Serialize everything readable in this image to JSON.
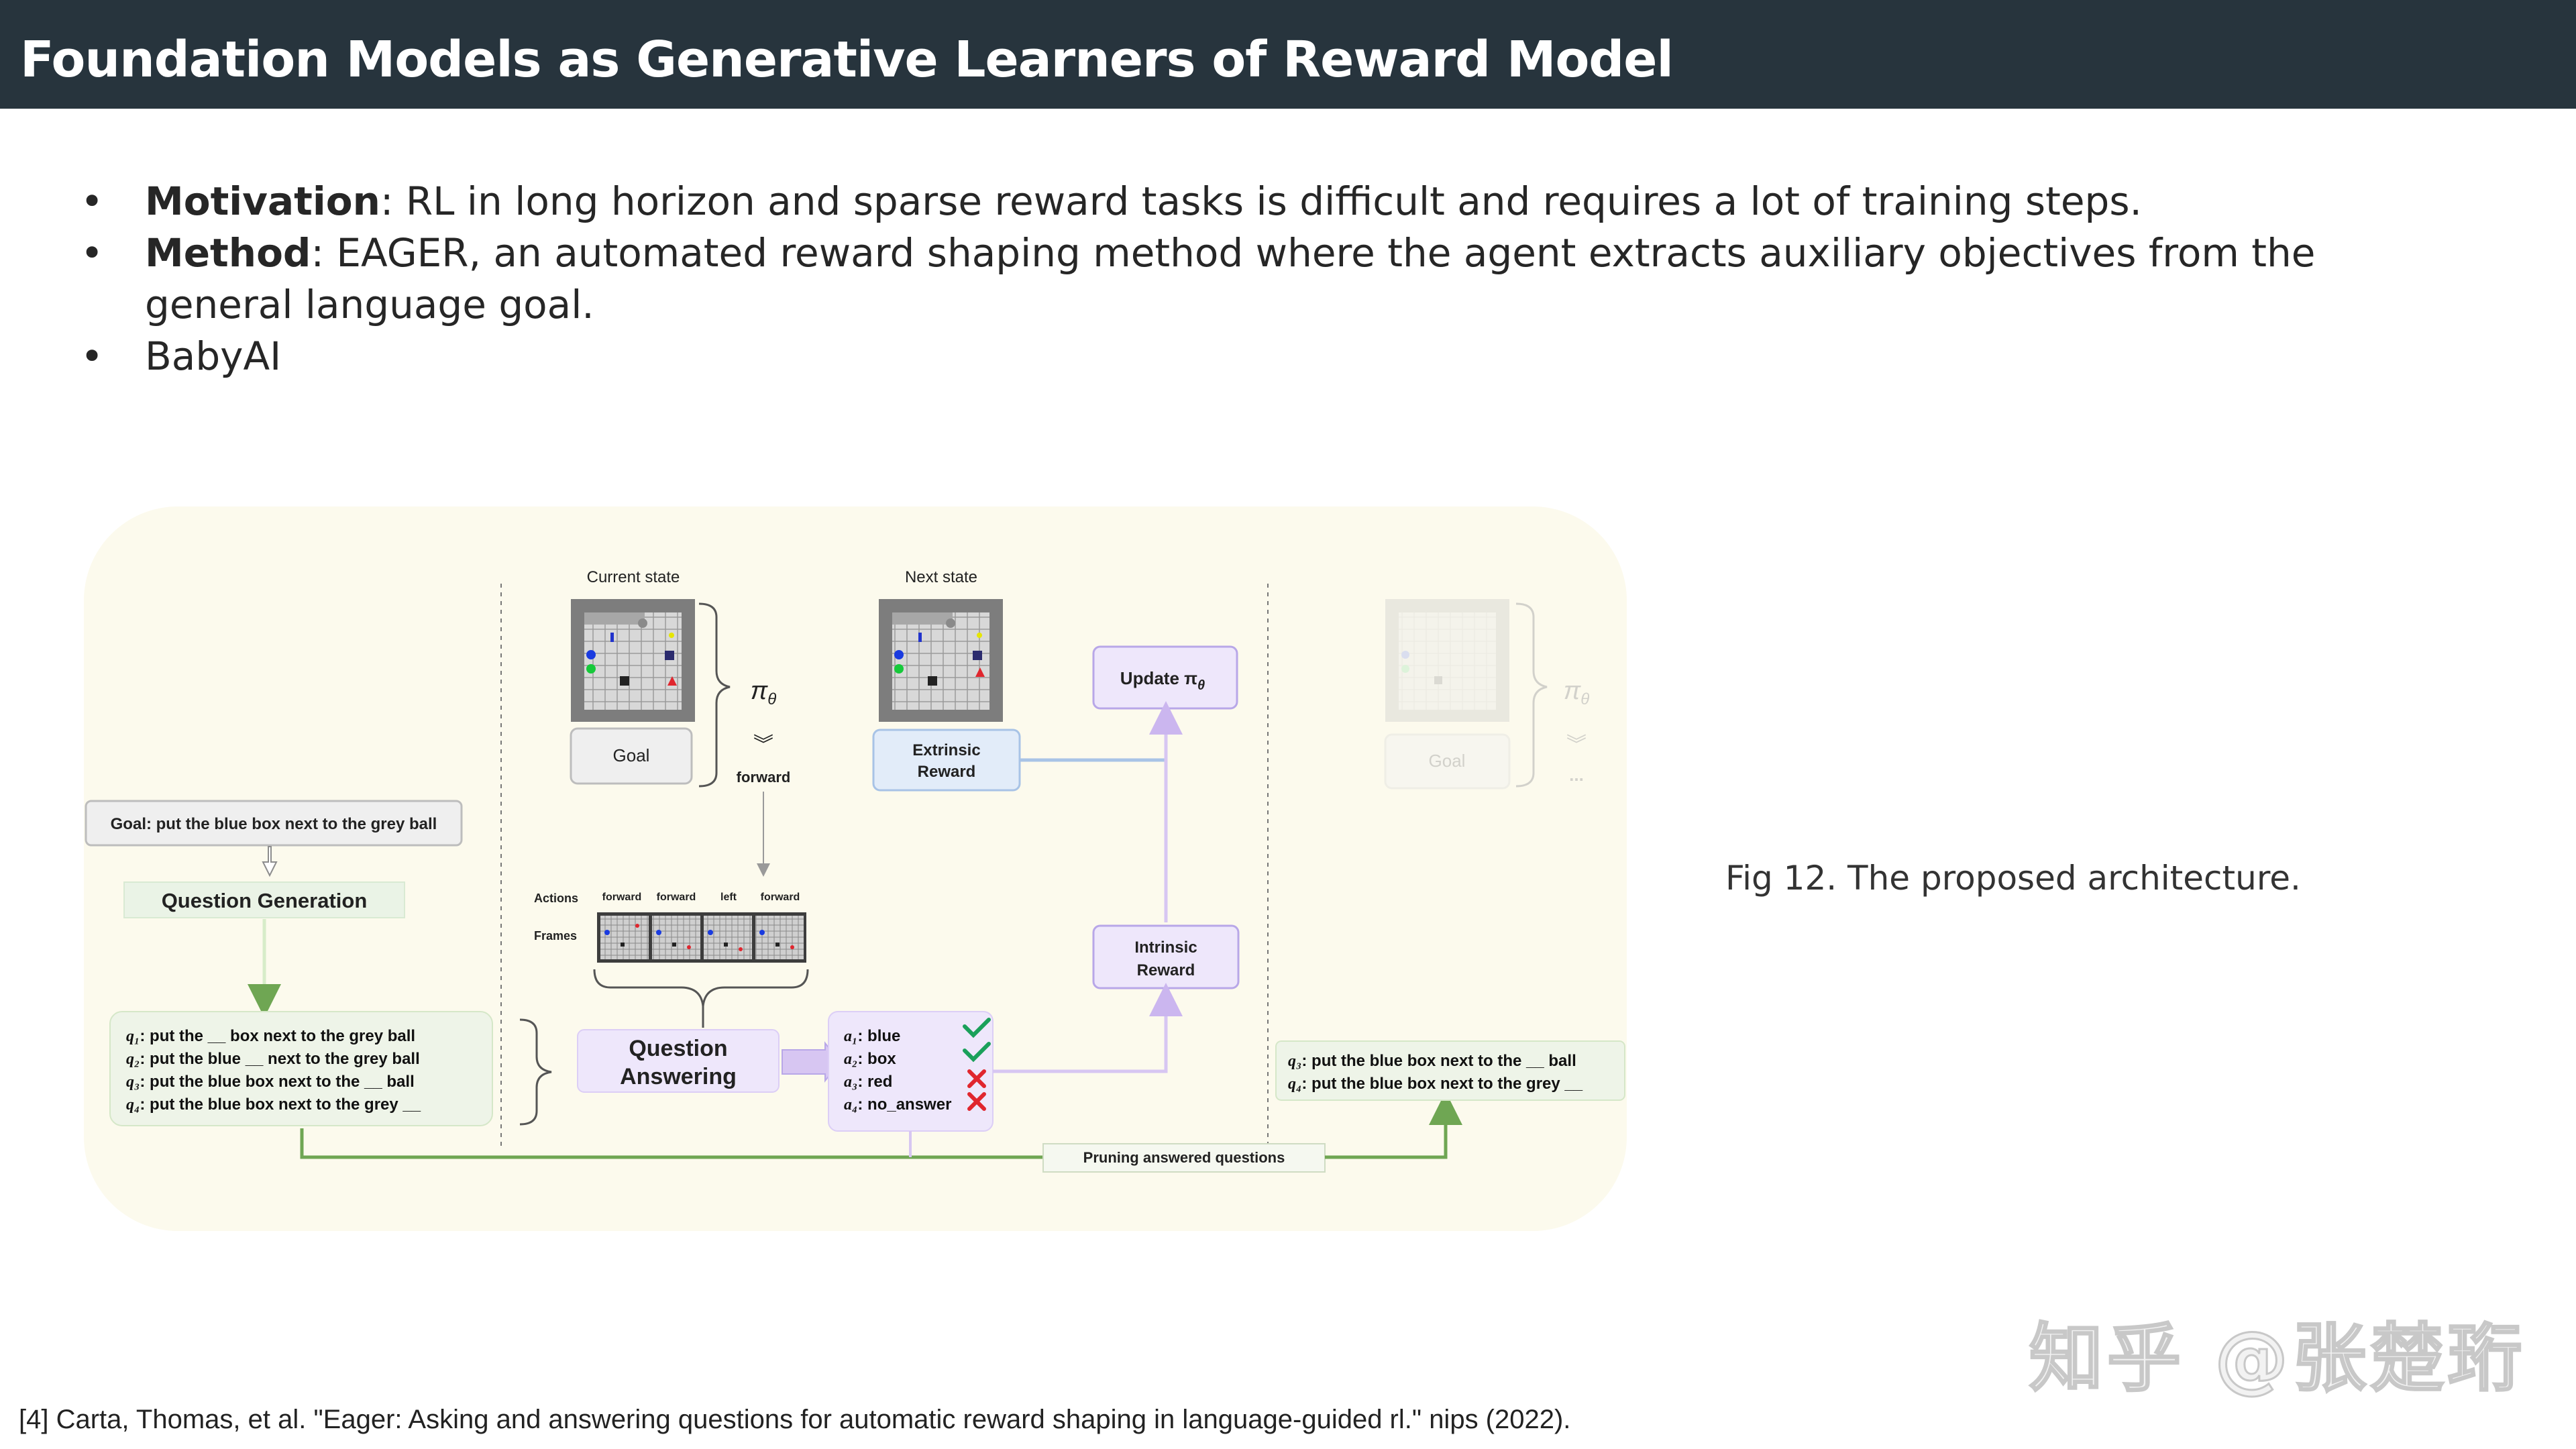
{
  "title": "Foundation Models as Generative Learners of Reward Model",
  "bullets": [
    {
      "bold": "Motivation",
      "text": ": RL in long horizon and sparse reward tasks is difficult and requires a lot of training steps."
    },
    {
      "bold": "Method",
      "text": ": EAGER,  an automated reward shaping method where the agent extracts auxiliary objectives from the general language goal."
    },
    {
      "bold": "",
      "text": "BabyAI"
    }
  ],
  "diagram": {
    "goal_text": "Goal: put the blue box next to the grey ball",
    "question_generation": "Question Generation",
    "questions": [
      {
        "var": "q₁",
        "text": ": put the __ box next to the grey ball"
      },
      {
        "var": "q₂",
        "text": ": put the blue __ next to the grey ball"
      },
      {
        "var": "q₃",
        "text": ": put the blue box next to the __ ball"
      },
      {
        "var": "q₄",
        "text": ": put the blue box next to the grey __"
      }
    ],
    "current_state": "Current state",
    "next_state": "Next state",
    "goal_box": "Goal",
    "policy": "π",
    "policy_sub": "θ",
    "forward": "forward",
    "extrinsic_1": "Extrinsic",
    "extrinsic_2": "Reward",
    "update_label": "Update π",
    "update_sub": "θ",
    "intrinsic_1": "Intrinsic",
    "intrinsic_2": "Reward",
    "actions_label": "Actions",
    "frames_label": "Frames",
    "actions": [
      "forward",
      "forward",
      "left",
      "forward"
    ],
    "qa_1": "Question",
    "qa_2": "Answering",
    "answers": [
      {
        "var": "a₁",
        "text": ": blue",
        "correct": true
      },
      {
        "var": "a₂",
        "text": ": box",
        "correct": true
      },
      {
        "var": "a₃",
        "text": ": red",
        "correct": false
      },
      {
        "var": "a₄",
        "text": ": no_answer",
        "correct": false
      }
    ],
    "pruning": "Pruning answered questions",
    "remaining": [
      {
        "var": "q₃",
        "text": ": put the blue box next to the __ ball"
      },
      {
        "var": "q₄",
        "text": ": put the blue box next to the grey __"
      }
    ],
    "faded_goal": "Goal",
    "ellipsis": "...",
    "colors": {
      "background": "#fcfaed",
      "green_box": "#eaf3e6",
      "green_line": "#6fa653",
      "purple_box": "#efe7fb",
      "purple_line": "#cbb6ef",
      "blue_box": "#e2ecf9",
      "blue_line": "#a8c3e6",
      "check": "#1aa05a",
      "cross": "#e0262e"
    }
  },
  "caption": "Fig 12. The proposed architecture.",
  "footnote": "[4] Carta, Thomas, et al. \"Eager: Asking and answering questions for automatic reward shaping in language-guided rl.\" nips (2022).",
  "watermark": "知乎 @张楚珩"
}
